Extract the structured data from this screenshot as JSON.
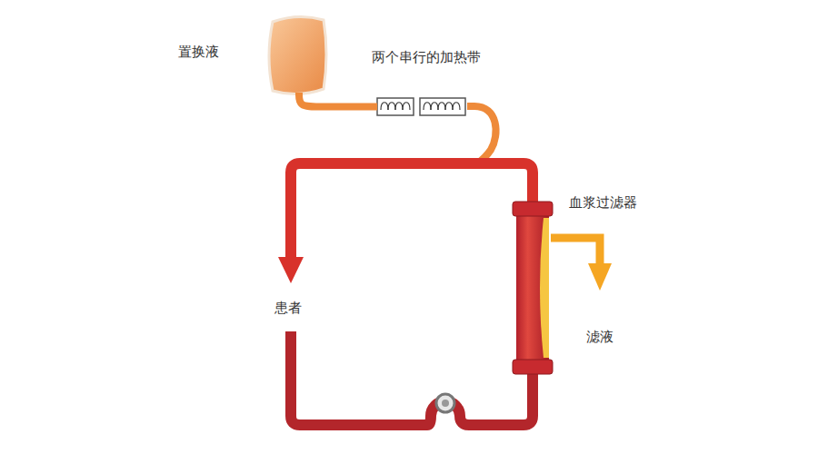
{
  "diagram": {
    "nodes": [
      {
        "text": [
          "置换液"
        ]
      },
      {
        "text": [
          "两个串行的加热带"
        ]
      },
      {
        "text": [
          "血浆过滤器"
        ]
      }
    ],
    "edges": [
      {
        "from": 0,
        "to": 1,
        "arrow": "none"
      }
    ],
    "labels": [
      "患者",
      "滤液"
    ]
  }
}
